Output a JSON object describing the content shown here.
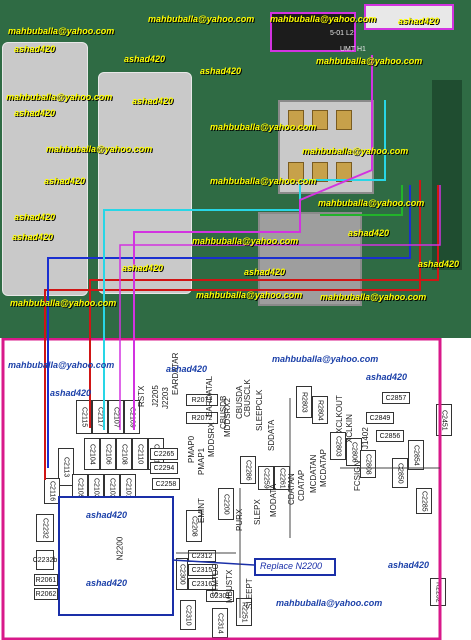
{
  "board_watermarks": [
    "mahbuballa@yahoo.com",
    "mahbuballa@yahoo.com",
    "ashad420",
    "mahbuballa@yahoo.com",
    "ashad420",
    "ashad420",
    "mahbuballa@yahoo.com",
    "ashad420",
    "mahbuballa@yahoo.com",
    "ashad420",
    "mahbuballa@yahoo.com",
    "mahbuballa@yahoo.com",
    "mahbuballa@yahoo.com",
    "ashad420",
    "ashad420",
    "mahbuballa@yahoo.com",
    "ashad420",
    "ashad420",
    "mahbuballa@yahoo.com",
    "ashad420",
    "mahbuballa@yahoo.com",
    "mahbuballa@yahoo.com",
    "ashad420",
    "mahbuballa@yahoo.com",
    "ashad420",
    "mahbuballa@yahoo.com",
    "ashad420"
  ],
  "board_markings": [
    "5-01 L2",
    "UMT H1"
  ],
  "schematic_watermarks": [
    "mahbuballa@yahoo.com",
    "mahbuballa@yahoo.com",
    "ashad420",
    "ashad420",
    "ashad420",
    "ashad420",
    "ashad420",
    "ashad420",
    "mahbuballa@yahoo.com"
  ],
  "replace_label": "Replace N2200",
  "ic_label": "N2200",
  "components": [
    "C2115",
    "C2117",
    "C2107",
    "C2109",
    "C2104",
    "C2106",
    "C2108",
    "C2110",
    "C2113",
    "C2111",
    "C2105",
    "C2103",
    "C2102",
    "C2101",
    "C2116",
    "R2071",
    "R2072",
    "C2265",
    "C2294",
    "C2258",
    "C2208",
    "C2232",
    "C2200",
    "C2312",
    "C2315",
    "C2316",
    "C2300",
    "C2301",
    "C2310",
    "C2314",
    "C2286",
    "C2259",
    "C2261",
    "R2803",
    "R2804",
    "C2803",
    "C2806",
    "C2808",
    "C2857",
    "C2849",
    "C2856",
    "C2850",
    "C2854",
    "C2451",
    "C2285",
    "C2232b",
    "R2061",
    "R2062",
    "R2251",
    "R2252"
  ],
  "signal_labels": [
    "RSTX",
    "J2205",
    "J2203",
    "EARDATAL",
    "EARDATAR",
    "PMAP0",
    "PMAP1",
    "MDDSRX",
    "MDDSRX2",
    "CBUSDA",
    "CBUSCLK",
    "SLEEPCLK",
    "SDDATA",
    "MODATA",
    "EMINT",
    "PURX",
    "SLEPX",
    "MBUSTX",
    "SLEEPT",
    "CBUSDB",
    "CDATAN",
    "CDATAP",
    "MCDATAN",
    "MCDATAP",
    "FCSIGN",
    "J1402",
    "XCLKIN",
    "XCLKOUT",
    "STMTDC"
  ],
  "colors": {
    "pcb": "#2f6b44",
    "watermark_board": "#ffff00",
    "watermark_schematic": "#1a3fa8",
    "frame": "#d8198a",
    "trace_red": "#d01515",
    "trace_blue": "#1a2fd0",
    "trace_cyan": "#28d6e6",
    "trace_magenta": "#d233e0",
    "trace_green": "#22b32a"
  }
}
